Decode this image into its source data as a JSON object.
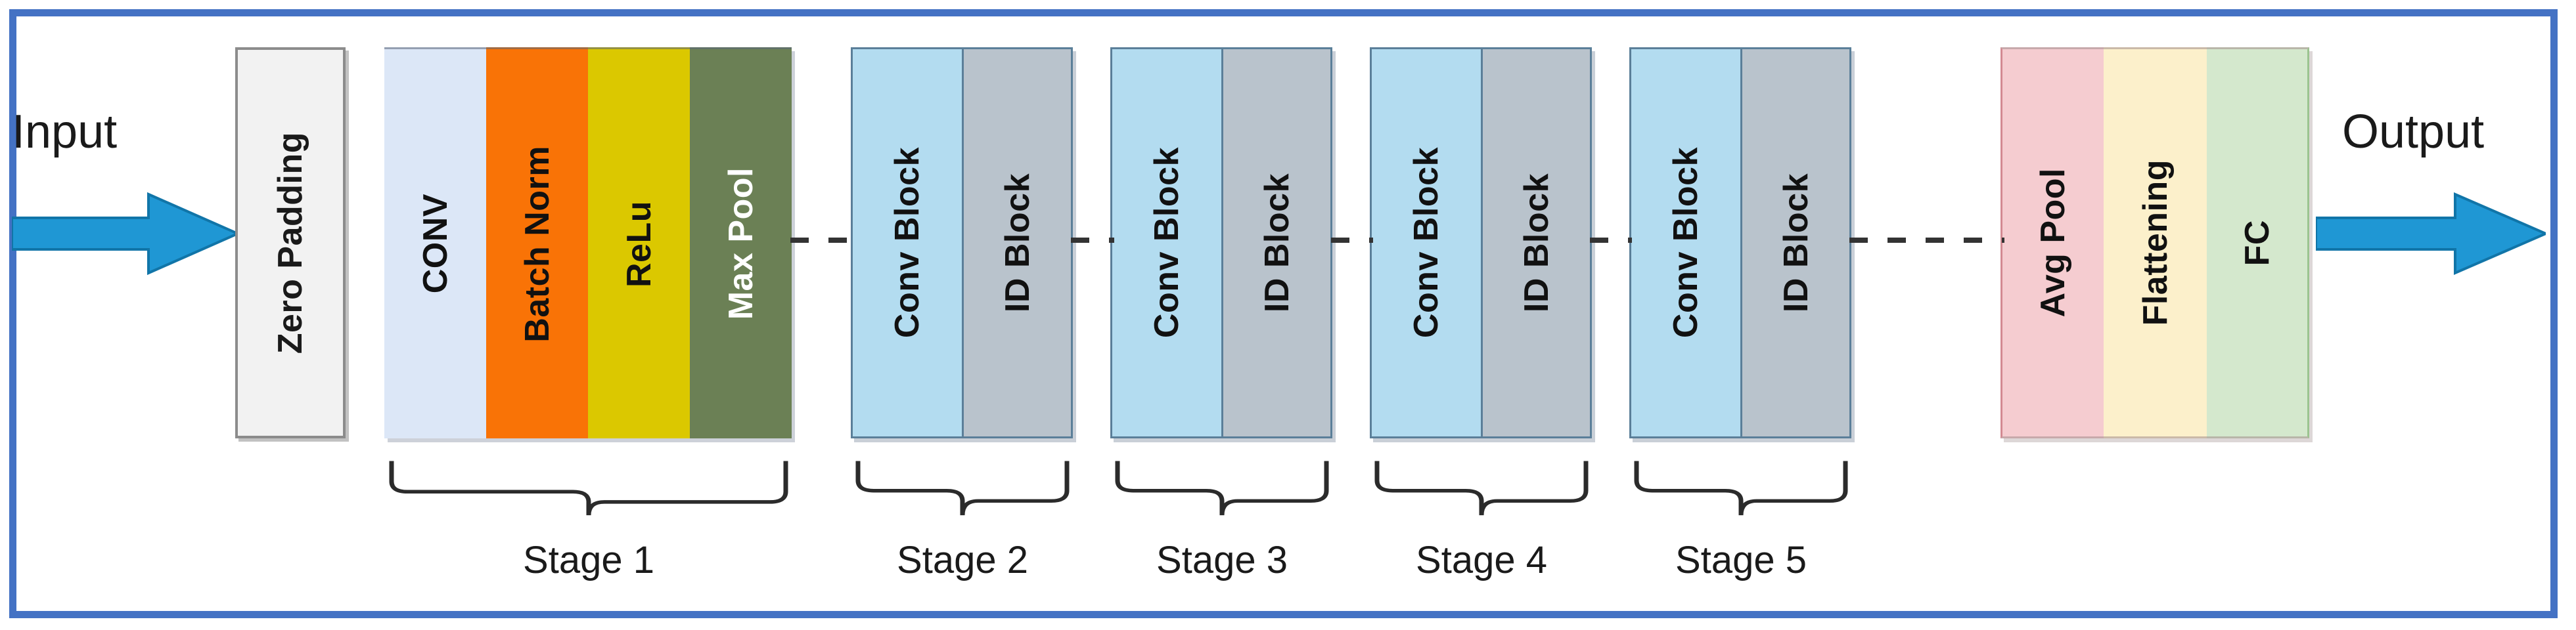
{
  "figure": {
    "title": "ResNet architecture block diagram",
    "frame_color": "#4472c4",
    "background": "#ffffff"
  },
  "flow": {
    "input_label": "Input",
    "output_label": "Output",
    "arrow_color": "#1f97d4",
    "arrow_edge_color": "#1175a8",
    "input_arrow_icon": "right-arrow-icon",
    "output_arrow_icon": "right-arrow-icon",
    "connector_style": "dashed",
    "connector_color": "#333333"
  },
  "zero_padding": {
    "label": "Zero Padding",
    "fill": "#f2f2f2",
    "border": "#8c8c8c",
    "text_color": "#1a1a1a"
  },
  "stages": [
    {
      "name": "Stage 1",
      "blocks": [
        {
          "label": "CONV",
          "fill": "#dce7f7",
          "text_color": "#111111",
          "width": 155
        },
        {
          "label": "Batch Norm",
          "fill": "#f97306",
          "text_color": "#111111",
          "width": 155
        },
        {
          "label": "ReLu",
          "fill": "#dbc800",
          "text_color": "#111111",
          "width": 155
        },
        {
          "label": "Max Pool",
          "fill": "#6b8055",
          "text_color": "#ffffff",
          "width": 155
        }
      ]
    },
    {
      "name": "Stage 2",
      "blocks": [
        {
          "label": "Conv Block",
          "fill": "#b3dcf0",
          "text_color": "#111111",
          "width": 169
        },
        {
          "label": "ID Block",
          "fill": "#b9c3cc",
          "text_color": "#111111",
          "width": 169
        }
      ]
    },
    {
      "name": "Stage 3",
      "blocks": [
        {
          "label": "Conv Block",
          "fill": "#b3dcf0",
          "text_color": "#111111",
          "width": 169
        },
        {
          "label": "ID Block",
          "fill": "#b9c3cc",
          "text_color": "#111111",
          "width": 169
        }
      ]
    },
    {
      "name": "Stage 4",
      "blocks": [
        {
          "label": "Conv Block",
          "fill": "#b3dcf0",
          "text_color": "#111111",
          "width": 169
        },
        {
          "label": "ID Block",
          "fill": "#b9c3cc",
          "text_color": "#111111",
          "width": 169
        }
      ]
    },
    {
      "name": "Stage 5",
      "blocks": [
        {
          "label": "Conv Block",
          "fill": "#b3dcf0",
          "text_color": "#111111",
          "width": 169
        },
        {
          "label": "ID Block",
          "fill": "#b9c3cc",
          "text_color": "#111111",
          "width": 169
        }
      ]
    }
  ],
  "tail": {
    "blocks": [
      {
        "label": "Avg Pool",
        "fill": "#f5ccd0",
        "border": "#d38a92",
        "text_color": "#111111",
        "width": 157
      },
      {
        "label": "Flattening",
        "fill": "#fcf0cb",
        "border": "#d6b96a",
        "text_color": "#111111",
        "width": 157
      },
      {
        "label": "FC",
        "fill": "#d4e8cd",
        "border": "#9cc490",
        "text_color": "#111111",
        "width": 156
      }
    ]
  }
}
